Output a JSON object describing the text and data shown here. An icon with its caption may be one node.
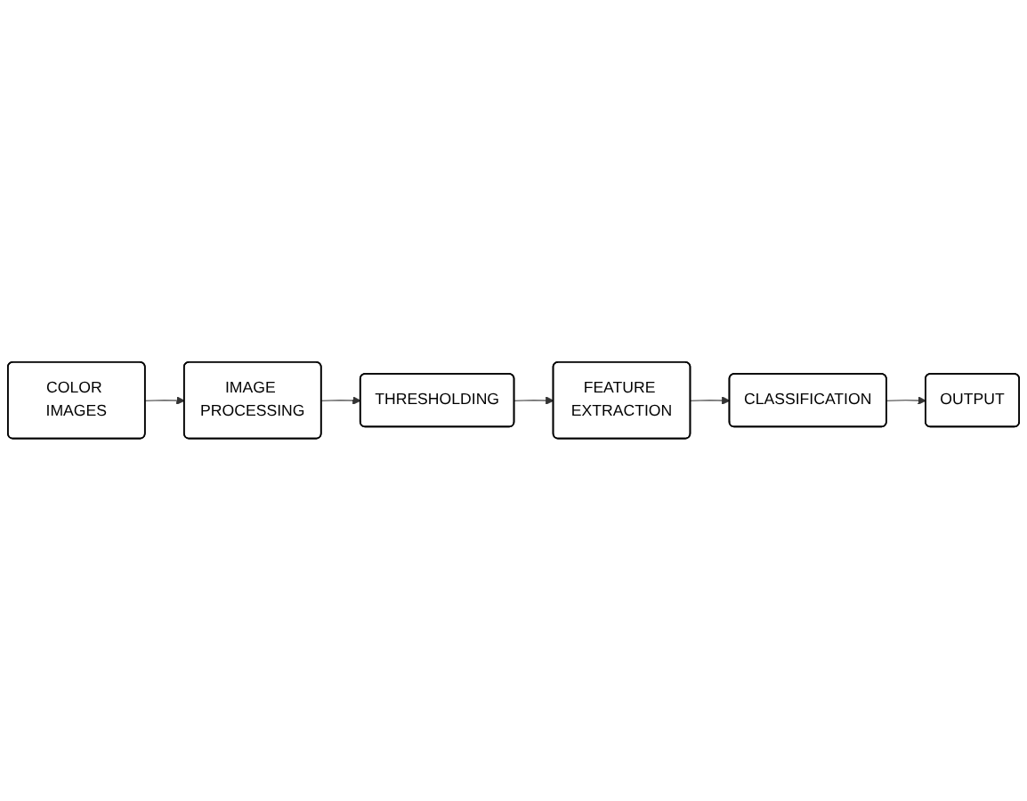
{
  "diagram": {
    "nodes": [
      {
        "text": [
          "COLOR IMAGES"
        ]
      },
      {
        "text": [
          "IMAGE PROCESSING"
        ]
      },
      {
        "text": [
          "THRESHOLDING"
        ]
      },
      {
        "text": [
          "FEATURE EXTRACTION"
        ]
      },
      {
        "text": [
          "CLASSIFICATION"
        ]
      },
      {
        "text": [
          "OUTPUT"
        ]
      }
    ],
    "edges": [
      {
        "from": 0,
        "to": 1,
        "arrow": "to"
      },
      {
        "from": 1,
        "to": 2,
        "arrow": "to"
      },
      {
        "from": 2,
        "to": 3,
        "arrow": "to"
      },
      {
        "from": 3,
        "to": 4,
        "arrow": "to"
      },
      {
        "from": 4,
        "to": 5,
        "arrow": "to"
      }
    ]
  }
}
